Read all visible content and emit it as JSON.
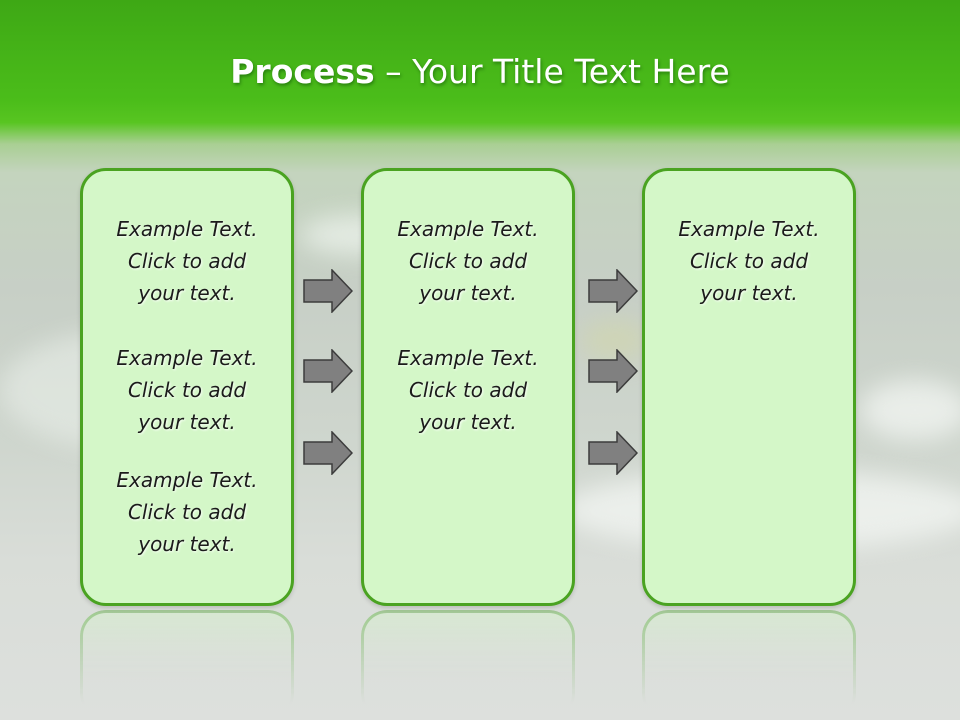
{
  "title": {
    "bold": "Process",
    "rest": " – Your Title Text Here"
  },
  "columns": [
    {
      "items": [
        {
          "line1": "Example Text.",
          "line2": "Click  to add",
          "line3": "your text."
        },
        {
          "line1": "Example Text.",
          "line2": "Click  to add",
          "line3": "your text."
        },
        {
          "line1": "Example Text.",
          "line2": "Click  to add",
          "line3": "your text."
        }
      ]
    },
    {
      "items": [
        {
          "line1": "Example Text.",
          "line2": "Click  to add",
          "line3": "your text."
        },
        {
          "line1": "Example Text.",
          "line2": "Click  to add",
          "line3": "your text."
        }
      ]
    },
    {
      "items": [
        {
          "line1": "Example Text.",
          "line2": "Click  to add",
          "line3": "your text."
        }
      ]
    }
  ],
  "colors": {
    "header_green": "#4bbd1a",
    "box_fill": "#d4f7c8",
    "box_border": "#4aa321",
    "arrow_fill": "#808080"
  },
  "icons": {
    "connector": "right-arrow-icon"
  }
}
